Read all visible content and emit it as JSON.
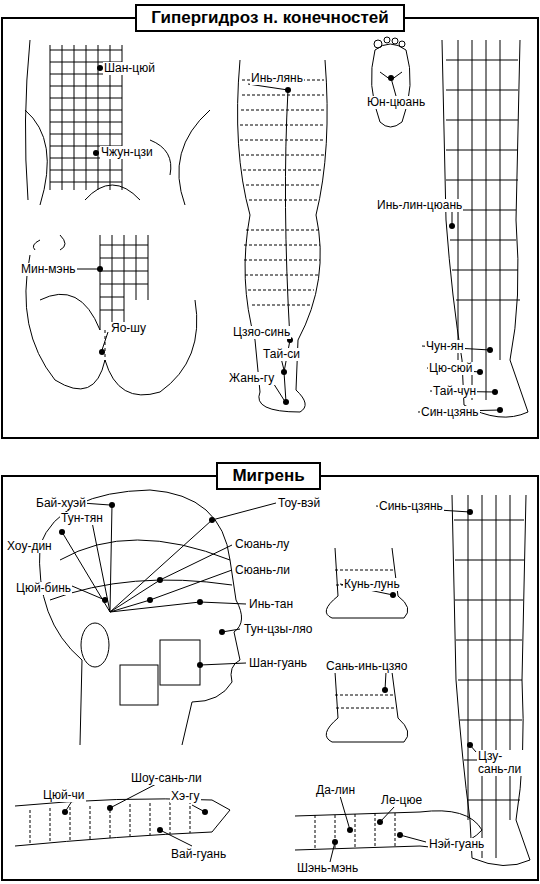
{
  "diagram": {
    "nodes": [
      {
        "text": [
          "Гипергидроз н. конечностей"
        ]
      },
      {
        "text": [
          "Мигрень"
        ]
      }
    ],
    "labels": [
      "Шан-цюй",
      "Чжун-цзи",
      "Мин-мэнь",
      "Яо-шу",
      "Инь-лянь",
      "Цзяо-синь",
      "Тай-си",
      "Жань-гу",
      "Юн-цюань",
      "Инь-лин-цюань",
      "Чун-ян",
      "Цю-сюй",
      "Тай-чун",
      "Син-цзянь",
      "Бай-хуэй",
      "Тоу-вэй",
      "Тун-тян",
      "Хоу-дин",
      "Сюань-лу",
      "Сюань-ли",
      "Цюй-бинь",
      "Инь-тан",
      "Тун-цзы-ляо",
      "Шан-гуань",
      "Синь-цзянь",
      "Кунь-лунь",
      "Сань-инь-цзяо",
      "Цзу- сань-ли",
      "Шоу-сань-ли",
      "Цюй-чи",
      "Хэ-гу",
      "Вай-гуань",
      "Да-лин",
      "Ле-цюе",
      "Нэй-гуань",
      "Шэнь-мэнь"
    ]
  }
}
